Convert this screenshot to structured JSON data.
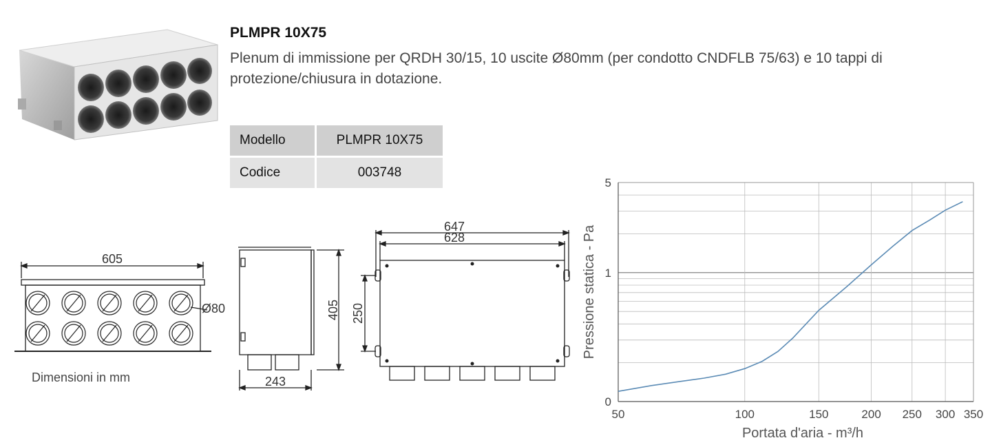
{
  "product": {
    "title": "PLMPR 10X75",
    "description": "Plenum di immissione per QRDH 30/15, 10 uscite Ø80mm (per condotto CNDFLB 75/63) e 10 tappi di protezione/chiusura in dotazione."
  },
  "spec_table": {
    "header": [
      "Modello",
      "PLMPR 10X75"
    ],
    "row": [
      "Codice",
      "003748"
    ]
  },
  "drawings": {
    "front_width": "605",
    "outlet_diameter": "Ø80",
    "side_height": "405",
    "side_depth": "243",
    "top_outer": "647",
    "top_inner": "628",
    "top_hole_spacing": "250",
    "note": "Dimensioni in mm"
  },
  "chart_data": {
    "type": "line",
    "xlabel": "Portata d'aria - m³/h",
    "ylabel": "Pressione statica - Pa",
    "x_scale": "log",
    "y_scale": "log",
    "xlim": [
      50,
      350
    ],
    "ylim": [
      0.1,
      5
    ],
    "x_ticks": [
      50,
      100,
      150,
      200,
      250,
      300,
      350
    ],
    "x_tick_labels": [
      "50",
      "100",
      "150",
      "200",
      "250",
      "300",
      "350"
    ],
    "y_ticks": [
      0.1,
      1,
      5
    ],
    "y_tick_labels": [
      "0",
      "1",
      "5"
    ],
    "grid": true,
    "series": [
      {
        "color": "#5b8bb5",
        "x": [
          50,
          60,
          70,
          80,
          90,
          100,
          110,
          120,
          130,
          150,
          175,
          200,
          225,
          250,
          275,
          300,
          330
        ],
        "y": [
          0.12,
          0.133,
          0.143,
          0.152,
          0.163,
          0.18,
          0.205,
          0.245,
          0.31,
          0.51,
          0.78,
          1.15,
          1.6,
          2.12,
          2.55,
          3.05,
          3.55
        ]
      }
    ]
  }
}
